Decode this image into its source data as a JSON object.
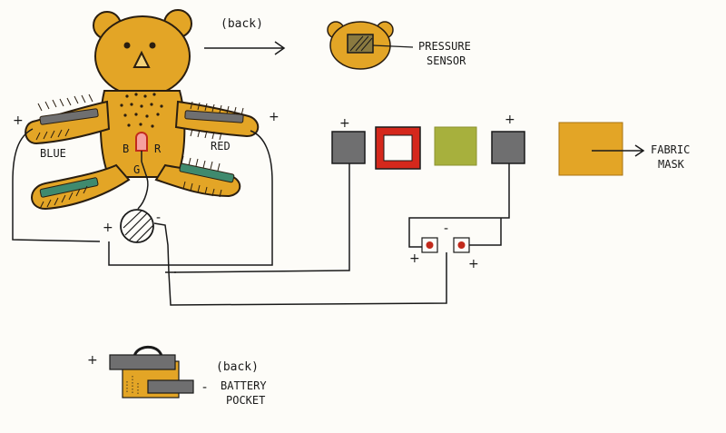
{
  "labels": {
    "back_top": "(back)",
    "pressure_sensor_line1": "PRESSURE",
    "pressure_sensor_line2": "SENSOR",
    "blue": "BLUE",
    "red": "RED",
    "belly_b": "B",
    "belly_r": "R",
    "belly_g": "G",
    "fabric_mask_line1": "FABRIC",
    "fabric_mask_line2": "MASK",
    "back_bottom": "(back)",
    "battery_line1": "BATTERY",
    "battery_line2": "POCKET"
  },
  "polarity": {
    "plus": "+",
    "minus": "-"
  },
  "colors": {
    "bear_fill": "#e3a526",
    "bear_outline": "#2a1e10",
    "paper": "#fdfcf8",
    "ink": "#1a1a1a",
    "gray_pad": "#6f6f70",
    "red_frame": "#d5281c",
    "olive_square": "#a7b03d",
    "fabric_mask": "#e3a526",
    "blue_strip": "#3f8a6e",
    "led_red": "#c22a1c"
  },
  "icons": {
    "bear": "teddy-bear-icon",
    "sensor": "pressure-sensor-icon",
    "battery": "coin-battery-icon",
    "led": "led-icon"
  }
}
